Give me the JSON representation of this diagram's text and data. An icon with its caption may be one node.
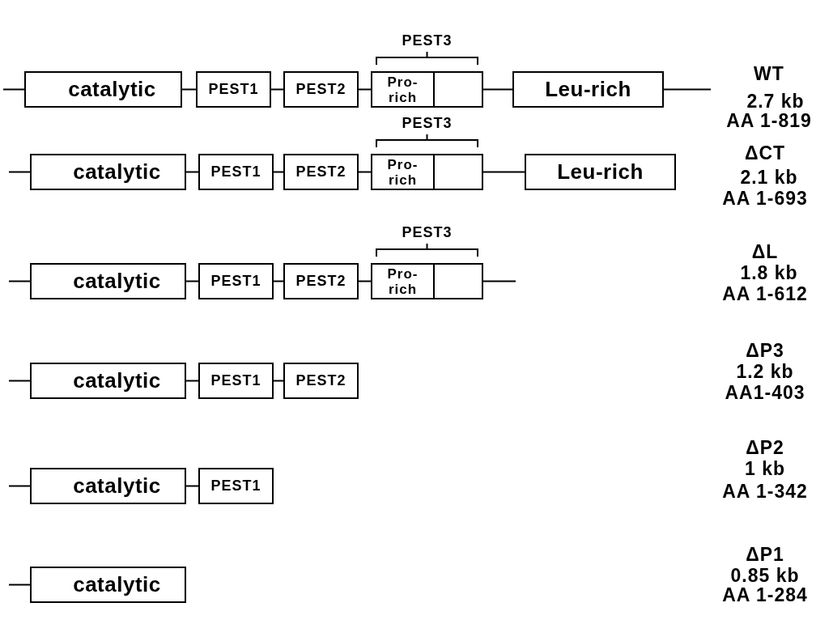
{
  "diagram": {
    "nodes": [
      {
        "text": [
          "catalytic"
        ]
      },
      {
        "text": [
          "PEST1"
        ]
      },
      {
        "text": [
          "PEST2"
        ]
      },
      {
        "text": [
          "PEST3"
        ]
      },
      {
        "text": [
          "Pro- rich"
        ],
        "in": 3
      },
      {
        "text": [],
        "shape": "box",
        "in": 3
      },
      {
        "text": [
          "Leu-rich"
        ]
      },
      {
        "text": [
          "catalytic"
        ]
      },
      {
        "text": [
          "PEST1"
        ]
      },
      {
        "text": [
          "PEST2"
        ]
      },
      {
        "text": [
          "PEST3"
        ]
      },
      {
        "text": [
          "Pro- rich"
        ],
        "in": 10
      },
      {
        "text": [],
        "shape": "box",
        "in": 10
      },
      {
        "text": [
          "Leu-rich"
        ]
      },
      {
        "text": [
          "catalytic"
        ]
      },
      {
        "text": [
          "PEST1"
        ]
      },
      {
        "text": [
          "PEST2"
        ]
      },
      {
        "text": [
          "PEST3"
        ]
      },
      {
        "text": [
          "Pro- rich"
        ],
        "in": 17
      },
      {
        "text": [],
        "shape": "box",
        "in": 17
      },
      {
        "text": [
          "catalytic"
        ]
      },
      {
        "text": [
          "PEST1"
        ]
      },
      {
        "text": [
          "PEST2"
        ]
      },
      {
        "text": [
          "catalytic"
        ]
      },
      {
        "text": [
          "PEST1"
        ]
      },
      {
        "text": [
          "catalytic"
        ]
      }
    ],
    "edges": [
      {
        "from": null,
        "to": 0,
        "arrow": "none"
      },
      {
        "from": 0,
        "to": 1,
        "arrow": "none"
      },
      {
        "from": 1,
        "to": 2,
        "arrow": "none"
      },
      {
        "from": 2,
        "to": 3,
        "arrow": "none"
      },
      {
        "from": 3,
        "to": 6,
        "arrow": "none"
      },
      {
        "from": 6,
        "to": null,
        "arrow": "none"
      },
      {
        "from": null,
        "to": 7,
        "arrow": "none"
      },
      {
        "from": 7,
        "to": 8,
        "arrow": "none"
      },
      {
        "from": 8,
        "to": 9,
        "arrow": "none"
      },
      {
        "from": 9,
        "to": 10,
        "arrow": "none"
      },
      {
        "from": 10,
        "to": 13,
        "arrow": "none"
      },
      {
        "from": null,
        "to": 14,
        "arrow": "none"
      },
      {
        "from": 14,
        "to": 15,
        "arrow": "none"
      },
      {
        "from": 15,
        "to": 16,
        "arrow": "none"
      },
      {
        "from": 16,
        "to": 17,
        "arrow": "none"
      },
      {
        "from": 17,
        "to": null,
        "arrow": "none"
      },
      {
        "from": null,
        "to": 20,
        "arrow": "none"
      },
      {
        "from": 20,
        "to": 21,
        "arrow": "none"
      },
      {
        "from": 21,
        "to": 22,
        "arrow": "none"
      },
      {
        "from": null,
        "to": 23,
        "arrow": "none"
      },
      {
        "from": 23,
        "to": 24,
        "arrow": "none"
      },
      {
        "from": null,
        "to": 25,
        "arrow": "none"
      }
    ],
    "labels": [
      "WT",
      "2.7 kb",
      "AA 1-819",
      "ΔCT",
      "2.1 kb",
      "AA 1-693",
      "ΔL",
      "1.8 kb",
      "AA 1-612",
      "ΔP3",
      "1.2 kb",
      "AA1-403",
      "ΔP2",
      "1 kb",
      "AA 1-342",
      "ΔP1",
      "0.85 kb",
      "AA 1-284"
    ]
  }
}
